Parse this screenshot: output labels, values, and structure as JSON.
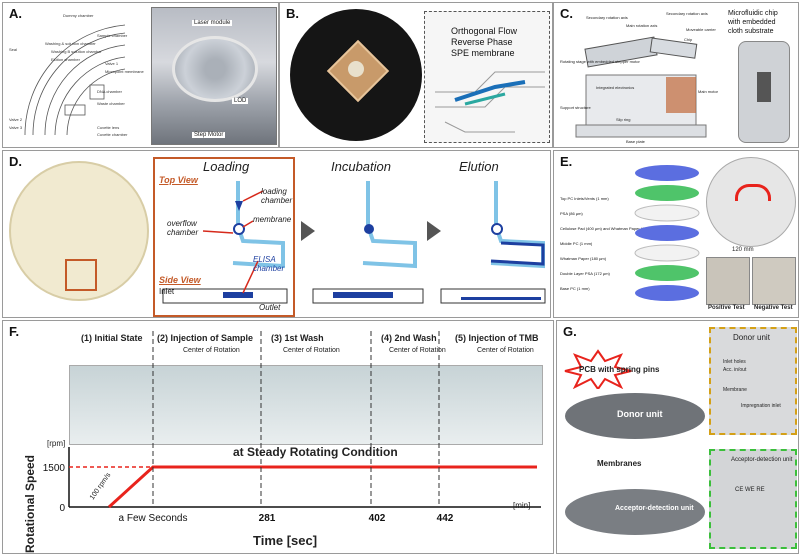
{
  "panels": {
    "A": {
      "label": "A.",
      "labels": [
        "Dummy chamber",
        "Sample chamber",
        "Washing & solution chamber",
        "Washing B solution chamber",
        "Elution chamber",
        "Valve 1",
        "Micropoint membrane",
        "Seal",
        "Valve 2",
        "Valve 3",
        "DNA chamber",
        "Waste chamber",
        "Cuvette lens",
        "Cuvette chamber"
      ],
      "photo_labels": {
        "laser": "Laser module",
        "lod": "LOD",
        "motor": "Step Motor"
      }
    },
    "B": {
      "label": "B.",
      "callout": [
        "Orthogonal Flow",
        "Reverse Phase",
        "SPE membrane"
      ]
    },
    "C": {
      "label": "C.",
      "labels": {
        "sec_axis_1": "Secondary rotation axis",
        "main_axis": "Main rotation axis",
        "sec_axis_2": "Secondary rotation axis",
        "carrier": "Moveable carrier",
        "chip": "Chip",
        "stage": "Rotating stage with embedded stepper motor",
        "integrated": "Integrated electronics",
        "main_motor": "Main motor",
        "support": "Support structure",
        "slip": "Slip ring",
        "base": "Base plate"
      },
      "side_caption": [
        "Microfluidic chip",
        "with embedded",
        "cloth substrate"
      ]
    },
    "D": {
      "label": "D.",
      "steps": [
        "Loading",
        "Incubation",
        "Elution"
      ],
      "top_view": "Top View",
      "side_view": "Side View",
      "annotations": {
        "loading": "loading\nchamber",
        "membrane": "membrane",
        "overflow": "overflow\nchamber",
        "elisa": "ELISA\nchamber",
        "inlet": "Inlet",
        "outlet": "Outlet"
      }
    },
    "E": {
      "label": "E.",
      "layers": [
        "Top PC Inlets/Vents (1 mm)",
        "PSA (86 µm)",
        "Cellulose Pad (400 µm) and Whatman Paper (180 µm)",
        "Middle PC (1 mm)",
        "Whatman Paper (180 µm)",
        "Double Layer PSA (172 µm)",
        "Base PC (1 mm)"
      ],
      "dimension": "120 mm",
      "positive": "Positive Test",
      "negative": "Negative Test"
    },
    "F": {
      "label": "F.",
      "states": [
        "(1) Initial State",
        "(2) Injection of Sample",
        "(3) 1st Wash",
        "(4) 2nd Wash",
        "(5) Injection of TMB"
      ],
      "center": "Center of Rotation",
      "ylabel": "Rotational Speed",
      "yunit": "[rpm]",
      "xunit": "[min]",
      "xlabel": "Time [sec]",
      "steady": "at Steady Rotating Condition",
      "ramp": "100 rpm/s",
      "yticks": [
        "1500",
        "0"
      ],
      "xticks": [
        "a Few Seconds",
        "281",
        "402",
        "442"
      ]
    },
    "G": {
      "label": "G.",
      "pcb": "PCB with spring pins",
      "donor_unit": "Donor unit",
      "membranes": "Membranes",
      "acceptor": "Acceptor-detection unit",
      "zoom_donor": {
        "title": "Donor unit",
        "inlet": "Inlet holes",
        "acc": "Acc. in/out",
        "membrane": "Membrane",
        "impregnation": "Impregnation inlet"
      },
      "zoom_acceptor": {
        "title": "Acceptor-detection unit",
        "electrodes": "CE WE RE"
      }
    }
  },
  "colors": {
    "red": "#e8231c",
    "blue": "#2a7fd4",
    "green": "#3bbf3b",
    "frame": "#9a9a9a"
  }
}
